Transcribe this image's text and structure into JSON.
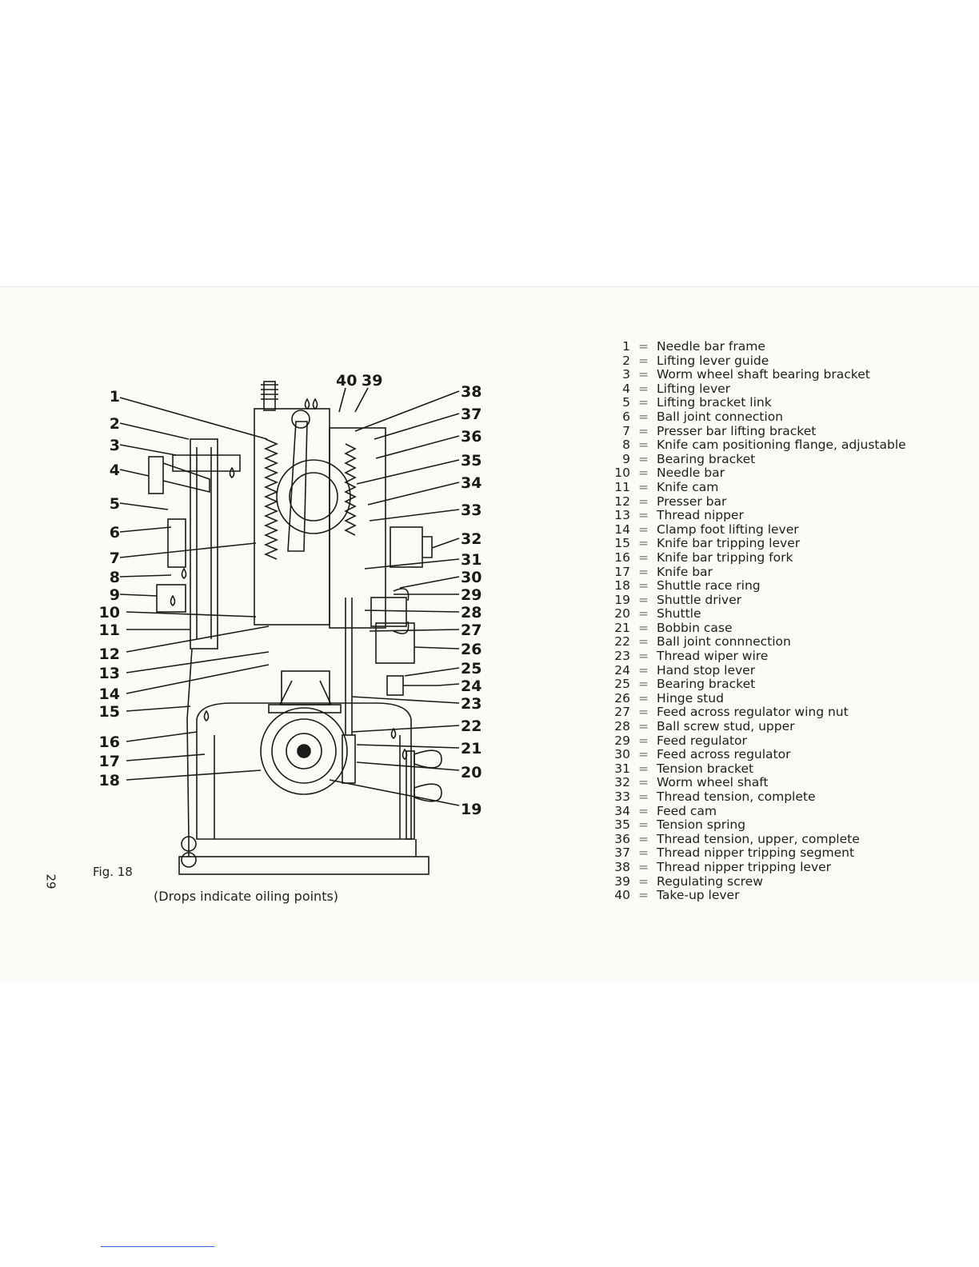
{
  "figure": {
    "label": "Fig. 18",
    "caption": "(Drops indicate oiling points)",
    "callouts_left": [
      "1",
      "2",
      "3",
      "4",
      "5",
      "6",
      "7",
      "8",
      "9",
      "10",
      "11",
      "12",
      "13",
      "14",
      "15",
      "16",
      "17",
      "18"
    ],
    "callouts_right": [
      "38",
      "37",
      "36",
      "35",
      "34",
      "33",
      "32",
      "31",
      "30",
      "29",
      "28",
      "27",
      "26",
      "25",
      "24",
      "23",
      "22",
      "21",
      "20",
      "19"
    ],
    "callouts_top": [
      "40",
      "39"
    ]
  },
  "page_number": "29",
  "legend": [
    {
      "num": "1",
      "eq": "=",
      "text": "Needle bar frame"
    },
    {
      "num": "2",
      "eq": "=",
      "text": "Lifting lever guide"
    },
    {
      "num": "3",
      "eq": "=",
      "text": "Worm wheel shaft bearing bracket"
    },
    {
      "num": "4",
      "eq": "=",
      "text": "Lifting lever"
    },
    {
      "num": "5",
      "eq": "=",
      "text": "Lifting bracket link"
    },
    {
      "num": "6",
      "eq": "=",
      "text": "Ball joint connection"
    },
    {
      "num": "7",
      "eq": "=",
      "text": "Presser bar lifting bracket"
    },
    {
      "num": "8",
      "eq": "=",
      "text": "Knife cam positioning flange, adjustable"
    },
    {
      "num": "9",
      "eq": "=",
      "text": "Bearing bracket"
    },
    {
      "num": "10",
      "eq": "=",
      "text": "Needle bar"
    },
    {
      "num": "11",
      "eq": "=",
      "text": "Knife cam"
    },
    {
      "num": "12",
      "eq": "=",
      "text": "Presser bar"
    },
    {
      "num": "13",
      "eq": "=",
      "text": "Thread nipper"
    },
    {
      "num": "14",
      "eq": "=",
      "text": "Clamp foot lifting lever"
    },
    {
      "num": "15",
      "eq": "=",
      "text": "Knife bar tripping lever"
    },
    {
      "num": "16",
      "eq": "=",
      "text": "Knife bar tripping fork"
    },
    {
      "num": "17",
      "eq": "=",
      "text": "Knife bar"
    },
    {
      "num": "18",
      "eq": "=",
      "text": "Shuttle race ring"
    },
    {
      "num": "19",
      "eq": "=",
      "text": "Shuttle driver"
    },
    {
      "num": "20",
      "eq": "=",
      "text": "Shuttle"
    },
    {
      "num": "21",
      "eq": "=",
      "text": "Bobbin case"
    },
    {
      "num": "22",
      "eq": "=",
      "text": "Ball joint connnection"
    },
    {
      "num": "23",
      "eq": "=",
      "text": "Thread wiper wire"
    },
    {
      "num": "24",
      "eq": "=",
      "text": "Hand stop lever"
    },
    {
      "num": "25",
      "eq": "=",
      "text": "Bearing bracket"
    },
    {
      "num": "26",
      "eq": "=",
      "text": "Hinge stud"
    },
    {
      "num": "27",
      "eq": "=",
      "text": "Feed across regulator wing nut"
    },
    {
      "num": "28",
      "eq": "=",
      "text": "Ball screw stud, upper"
    },
    {
      "num": "29",
      "eq": "=",
      "text": "Feed regulator"
    },
    {
      "num": "30",
      "eq": "=",
      "text": "Feed across regulator"
    },
    {
      "num": "31",
      "eq": "=",
      "text": "Tension bracket"
    },
    {
      "num": "32",
      "eq": "=",
      "text": "Worm wheel shaft"
    },
    {
      "num": "33",
      "eq": "=",
      "text": "Thread tension, complete"
    },
    {
      "num": "34",
      "eq": "=",
      "text": "Feed cam"
    },
    {
      "num": "35",
      "eq": "=",
      "text": "Tension spring"
    },
    {
      "num": "36",
      "eq": "=",
      "text": "Thread tension, upper, complete"
    },
    {
      "num": "37",
      "eq": "=",
      "text": "Thread nipper tripping segment"
    },
    {
      "num": "38",
      "eq": "=",
      "text": "Thread nipper tripping lever"
    },
    {
      "num": "39",
      "eq": "=",
      "text": "Regulating screw"
    },
    {
      "num": "40",
      "eq": "=",
      "text": "Take-up lever"
    }
  ]
}
